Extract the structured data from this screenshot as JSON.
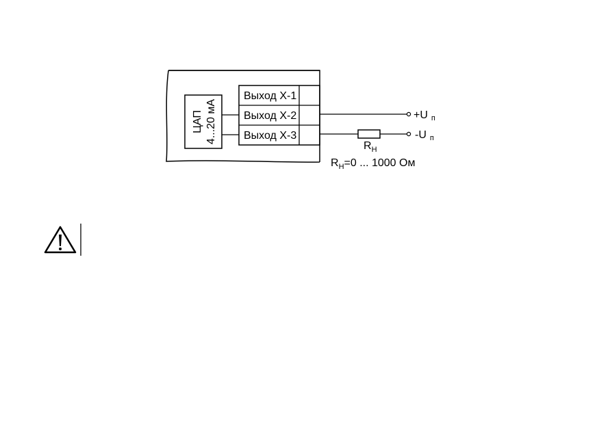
{
  "diagram": {
    "dac_block": {
      "line1": "ЦАП",
      "line2": "4...20 мА"
    },
    "outputs": [
      {
        "label": "Выход X-1"
      },
      {
        "label": "Выход X-2"
      },
      {
        "label": "Выход X-3"
      }
    ],
    "terminals": {
      "plus": {
        "sign": "+U",
        "sub": "п"
      },
      "minus": {
        "sign": "-U",
        "sub": "п"
      }
    },
    "resistor": {
      "main": "R",
      "sub": "Н"
    },
    "load_note": {
      "main": "R",
      "sub": "Н",
      "rest": "=0 ... 1000 Ом"
    }
  },
  "warning": {
    "icon": "warning-triangle-icon"
  }
}
